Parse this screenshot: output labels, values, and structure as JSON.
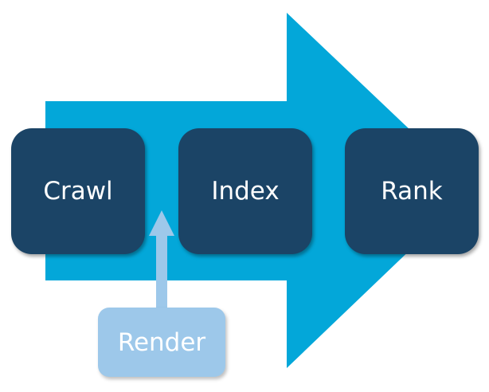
{
  "diagram": {
    "stages": [
      {
        "label": "Crawl"
      },
      {
        "label": "Index"
      },
      {
        "label": "Rank"
      }
    ],
    "render": {
      "label": "Render"
    }
  },
  "colors": {
    "big_arrow": "#03a7d9",
    "stage_box": "#1b4466",
    "render_box": "#9dc8ea",
    "render_arrow": "#9dc8ea",
    "text": "#ffffff"
  }
}
